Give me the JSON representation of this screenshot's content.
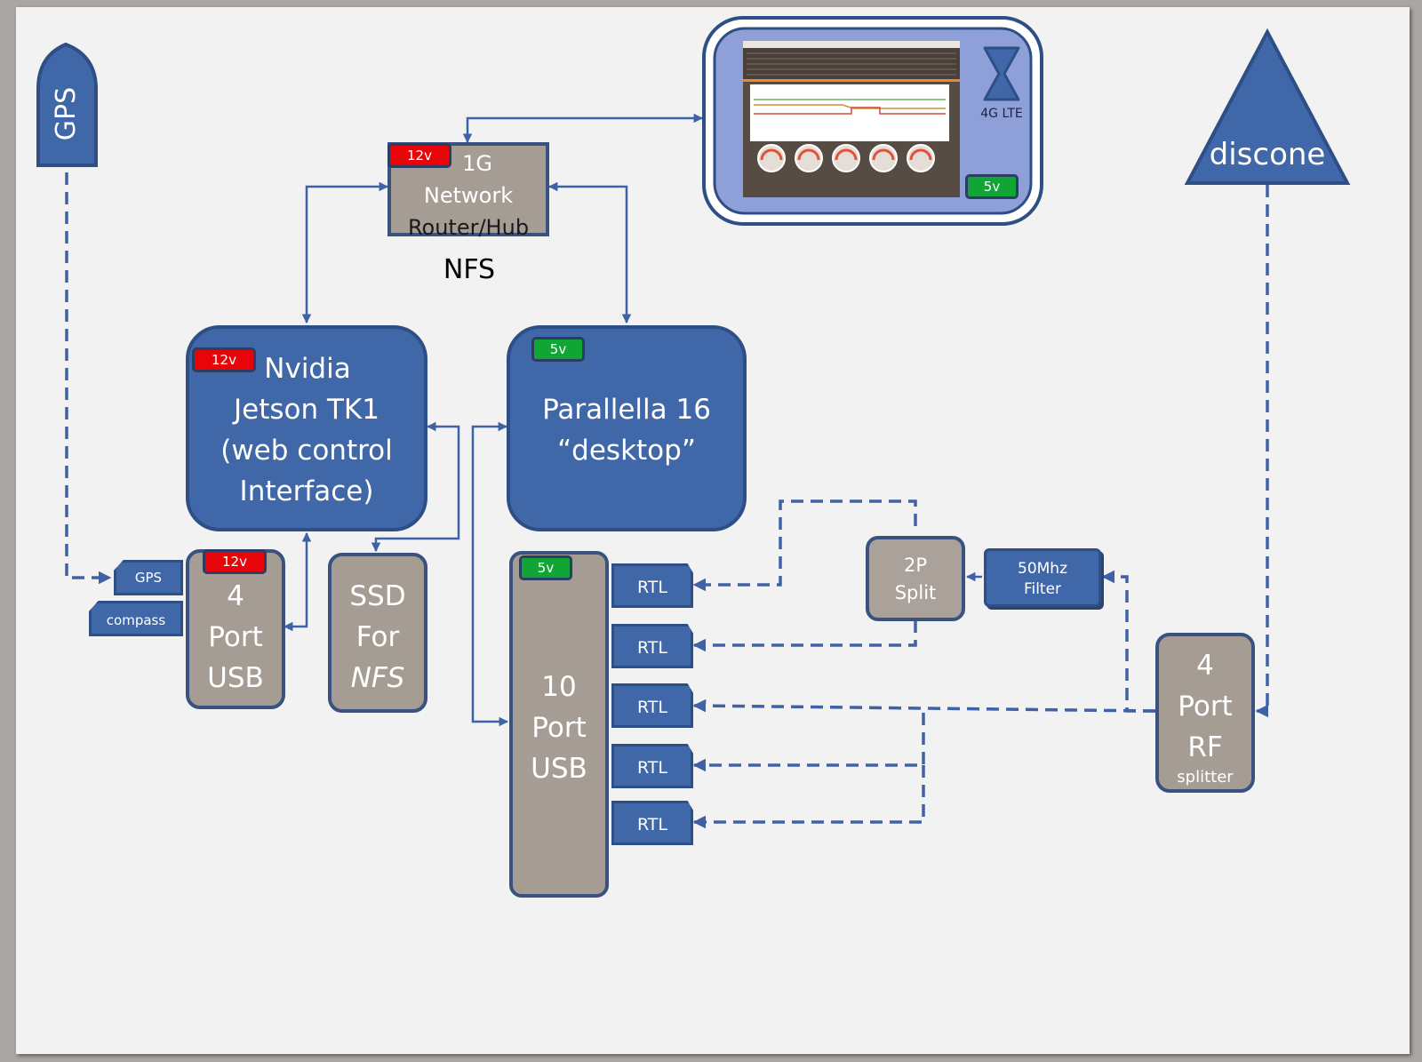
{
  "nodes": {
    "gps_antenna": "GPS",
    "discone": "discone",
    "router": {
      "power": "12v",
      "lines": [
        "1G",
        "Network",
        "Router/Hub"
      ]
    },
    "nfs_label": "NFS",
    "tablet": {
      "lte": "4G LTE",
      "power": "5v"
    },
    "jetson": {
      "power": "12v",
      "lines": [
        "Nvidia",
        "Jetson TK1",
        "(web control",
        "Interface)"
      ]
    },
    "parallella": {
      "power": "5v",
      "lines": [
        "Parallella 16",
        "“desktop”"
      ]
    },
    "usb4": {
      "power": "12v",
      "lines": [
        "4",
        "Port",
        "USB"
      ]
    },
    "gps_module": "GPS",
    "compass_module": "compass",
    "ssd": {
      "lines": [
        "SSD",
        "For",
        "NFS"
      ]
    },
    "usb10": {
      "power": "5v",
      "lines": [
        "10",
        "Port",
        "USB"
      ]
    },
    "rtl": [
      "RTL",
      "RTL",
      "RTL",
      "RTL",
      "RTL"
    ],
    "split": {
      "lines": [
        "2P",
        "Split"
      ]
    },
    "filter": {
      "lines": [
        "50Mhz",
        "Filter"
      ]
    },
    "rf_splitter": {
      "lines": [
        "4",
        "Port",
        "RF"
      ],
      "sub": "splitter"
    }
  },
  "colors": {
    "block_blue": "#4068a8",
    "block_gray": "#a59c94",
    "connector": "#3f62a6",
    "power_12v": "#e8050a",
    "power_5v": "#10a535"
  }
}
